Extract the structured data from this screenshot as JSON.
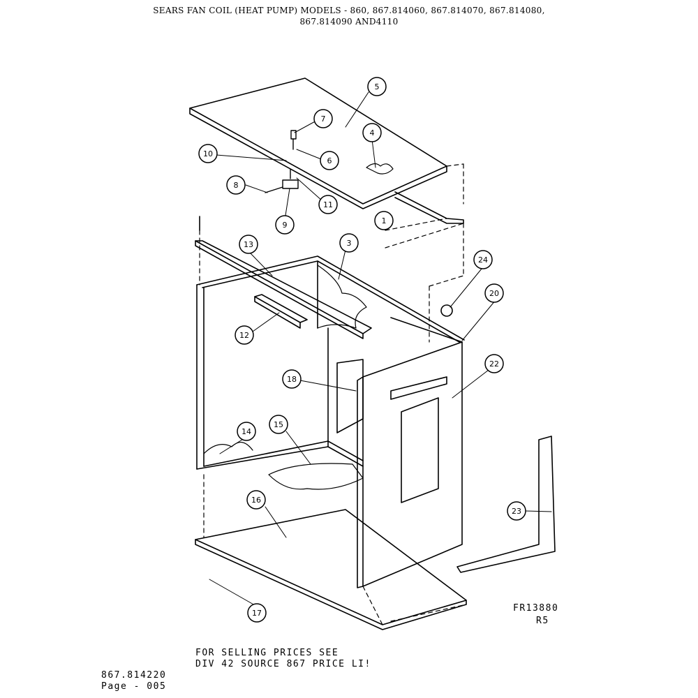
{
  "header": {
    "line1": "SEARS FAN COIL (HEAT PUMP) MODELS - 860, 867.814060, 867.814070, 867.814080,",
    "line2": "867.814090 AND4110"
  },
  "parts": [
    {
      "num": "1"
    },
    {
      "num": "3"
    },
    {
      "num": "4"
    },
    {
      "num": "5"
    },
    {
      "num": "6"
    },
    {
      "num": "7"
    },
    {
      "num": "8"
    },
    {
      "num": "9"
    },
    {
      "num": "10"
    },
    {
      "num": "11"
    },
    {
      "num": "12"
    },
    {
      "num": "13"
    },
    {
      "num": "14"
    },
    {
      "num": "15"
    },
    {
      "num": "16"
    },
    {
      "num": "17"
    },
    {
      "num": "18"
    },
    {
      "num": "20"
    },
    {
      "num": "22"
    },
    {
      "num": "23"
    },
    {
      "num": "24"
    }
  ],
  "ref_code": "FR13880",
  "ref_rev": "R5",
  "notice": {
    "line1": "FOR SELLING PRICES SEE",
    "line2": "DIV 42 SOURCE 867 PRICE LI!"
  },
  "footer": {
    "model": "867.814220",
    "page": "Page - 005"
  }
}
